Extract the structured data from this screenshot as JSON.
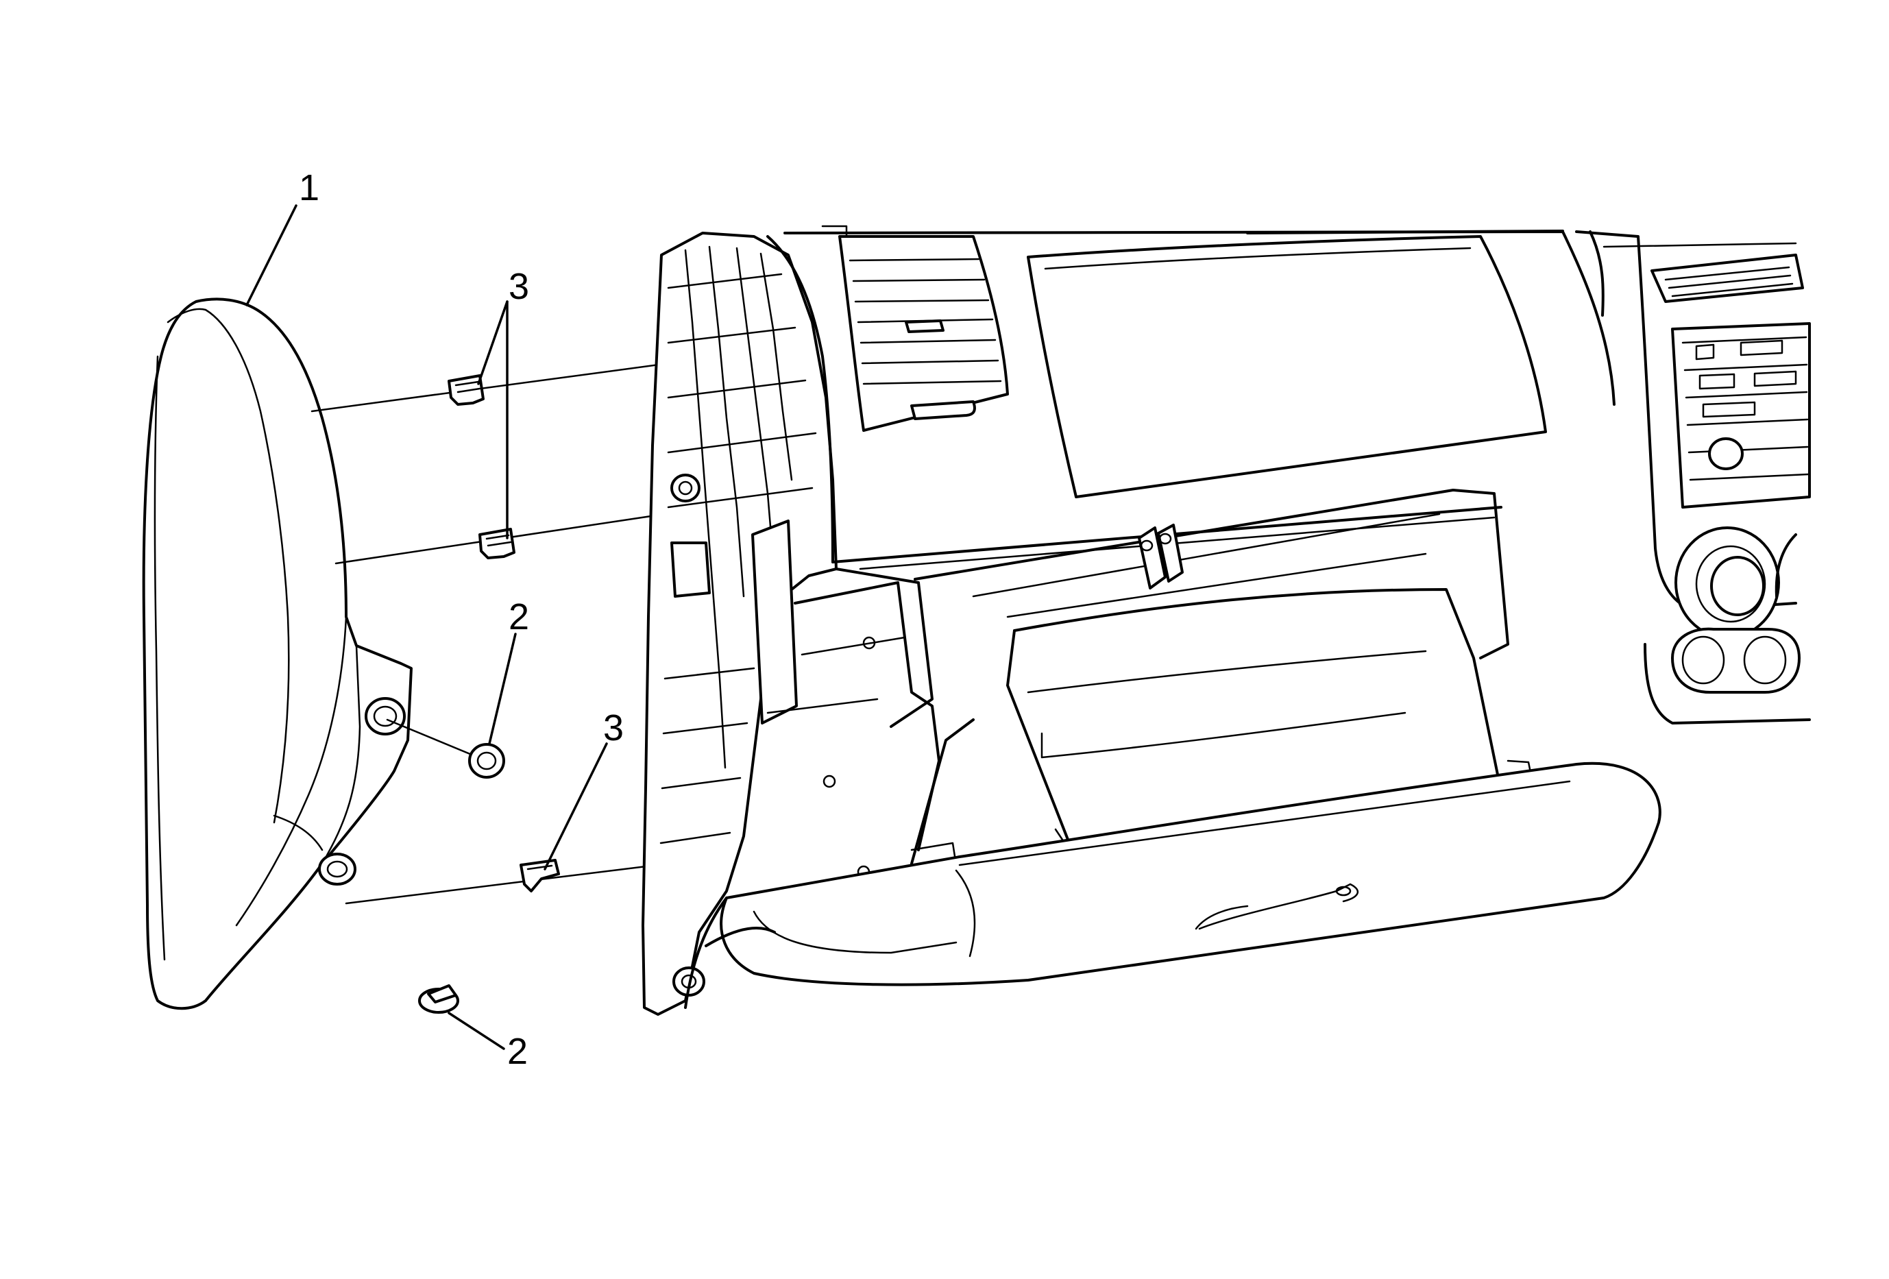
{
  "callouts": [
    {
      "id": "c1",
      "label": "1"
    },
    {
      "id": "c3a",
      "label": "3"
    },
    {
      "id": "c2a",
      "label": "2"
    },
    {
      "id": "c3b",
      "label": "3"
    },
    {
      "id": "c2b",
      "label": "2"
    }
  ],
  "colors": {
    "line": "#000000",
    "background": "#ffffff"
  }
}
